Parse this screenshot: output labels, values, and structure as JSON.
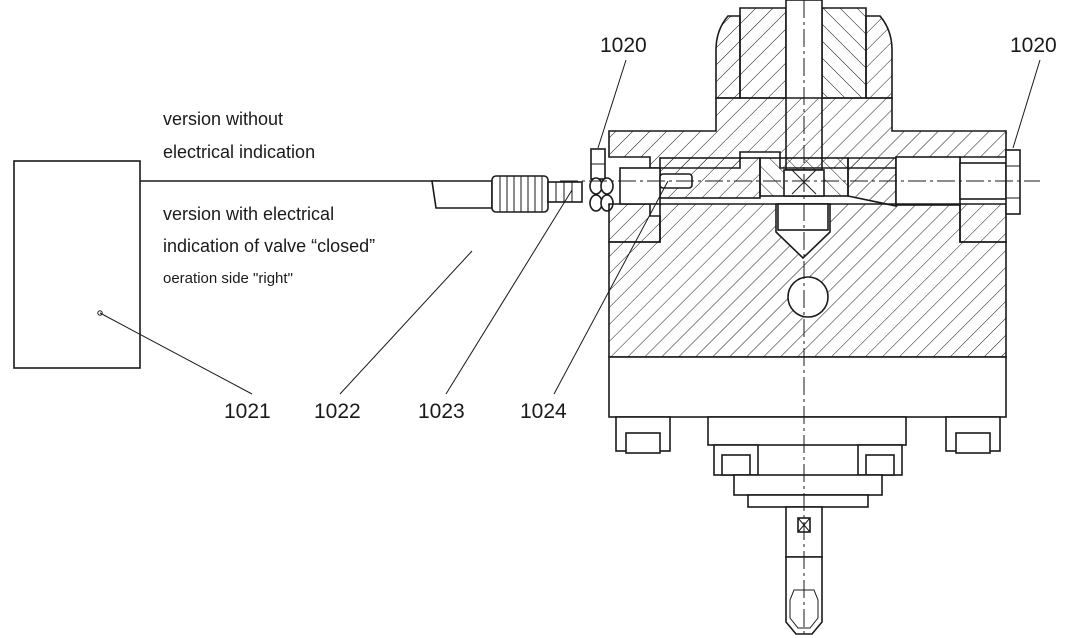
{
  "labels": {
    "top_left_1020": "1020",
    "top_right_1020": "1020",
    "version_without_line1": "version without",
    "version_without_line2": "electrical indication",
    "version_with_line1": "version with electrical",
    "version_with_line2": "indication of valve “closed”",
    "operation_side": "oeration side \"right\"",
    "ref_1021": "1021",
    "ref_1022": "1022",
    "ref_1023": "1023",
    "ref_1024": "1024"
  }
}
